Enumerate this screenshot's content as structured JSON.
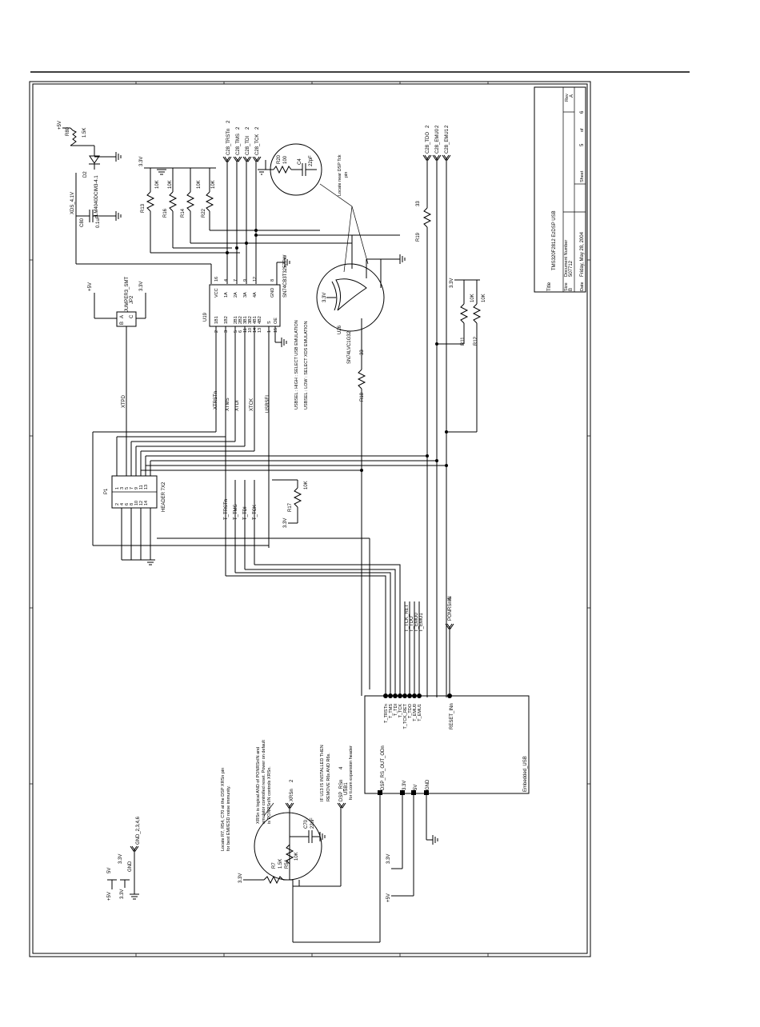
{
  "title_block": {
    "title_label": "Title",
    "title": "TMS320F2812 EzDSP USB",
    "size_label": "Size",
    "size": "B",
    "docnum_label": "Document Number",
    "docnum": "507712",
    "rev_label": "Rev",
    "rev": "A",
    "date_label": "Date",
    "date": "Friday, May 28, 2004",
    "sheet_label": "Sheet",
    "sheet": "5",
    "of_label": "of",
    "total": "6"
  },
  "power": {
    "p5v": "+5V",
    "r80": "R80",
    "r80_val": "1.5K",
    "d2": "D2",
    "d2_part": "LM4040DCIM3-4.1",
    "xds": "XDS_4.1V",
    "c80": "C80",
    "c80_val": "0.1uF",
    "v33": "3.3V"
  },
  "resistors": {
    "r13": "R13",
    "r13_val": "10K",
    "r16": "R16",
    "r16_val": "10K",
    "r14": "R14",
    "r14_val": "10K",
    "r22": "R22",
    "r22_val": "10K",
    "r20": "R20",
    "r20_val": "100",
    "c4": "C4",
    "c4_val": "22pF",
    "r19": "R19",
    "r19_val": "33",
    "r18": "R18",
    "r18_val": "33",
    "r11": "R11",
    "r11_val": "10K",
    "r12": "R12",
    "r12_val": "10K",
    "r17": "R17",
    "r17_val": "10K",
    "r7": "R7",
    "r7_val": "1.5K",
    "r54": "R54",
    "r54_val": "10K",
    "c70": "C70",
    "c70_val": "22nF"
  },
  "offpage": {
    "trstn": "C28_TRSTn",
    "tms": "C28_TMS",
    "tdi": "C28_TDI",
    "tck": "C28_TCK",
    "tdo": "C28_TDO",
    "emu0": "C28_EMU0",
    "emu1": "C28_EMU1",
    "sheetref": "2",
    "ponrs": "PONRSnIN",
    "ponrs_ref": "6",
    "xrsn": "XRSn",
    "xrsn_ref": "2",
    "dsp_rsn": "DSP_RSn",
    "dsp_rsn_ref": "4",
    "dsp_rsn_note": "for ti.com expansion header"
  },
  "u19": {
    "ref": "U19",
    "part": "SN74CB3T3257PW",
    "pins": [
      {
        "num": "16",
        "name": "VCC"
      },
      {
        "num": "4",
        "name": "1A"
      },
      {
        "num": "7",
        "name": "2A"
      },
      {
        "num": "9",
        "name": "3A"
      },
      {
        "num": "12",
        "name": "4A"
      },
      {
        "num": "8",
        "name": "GND"
      },
      {
        "num": "2",
        "name": "1B1"
      },
      {
        "num": "3",
        "name": "1B2"
      },
      {
        "num": "5",
        "name": "2B1"
      },
      {
        "num": "6",
        "name": "2B2"
      },
      {
        "num": "11",
        "name": "3B1"
      },
      {
        "num": "10",
        "name": "3B2"
      },
      {
        "num": "14",
        "name": "4B1"
      },
      {
        "num": "13",
        "name": "4B2"
      },
      {
        "num": "1",
        "name": "S"
      },
      {
        "num": "15",
        "name": "OE"
      }
    ]
  },
  "u26": {
    "ref": "U26",
    "part": "SN74LVC1G32"
  },
  "jp2": {
    "ref": "JP2",
    "part": "JUMPER3_SMT",
    "a": "A",
    "b": "B",
    "c": "C"
  },
  "p1": {
    "ref": "P1",
    "part": "HEADER 7X2"
  },
  "nets": {
    "xtpd": "XTPD",
    "xtrstn": "XTRSTn",
    "xtms": "XTMS",
    "xtdi": "XTDI",
    "xtck": "XTCK",
    "usbsel": "USBSEL",
    "t_trstn": "T_TRSTn",
    "t_tms": "T_TMS",
    "t_tdi": "T_TDI",
    "t_tck": "T_TCK",
    "t_tck_ret": "T_TCK_RET",
    "t_tdo": "T_TDO",
    "t_emu0": "T_EMU0",
    "t_emu1": "T_EMU1",
    "gnd": "GND",
    "v5": "5V",
    "v33": "3.3V",
    "gnd_list": "GND_2,3,4,6"
  },
  "usb": {
    "ref": "USB1",
    "name": "Embedded_USB",
    "pins": [
      "T_TRSTn",
      "T_TMS",
      "T_TDI",
      "T_TCK",
      "T_TCK_RET",
      "T_TDO",
      "T_EMU0",
      "T_EMU1",
      "RESET_INn",
      "DSP_RS_OUT_ODn",
      "3.3V",
      "5V",
      "GND"
    ]
  },
  "notes": {
    "usbsel_hi": "USBSEL : HIGH : SELECT USB EMULATION",
    "usbsel_lo": "USBSEL : LOW : SELECT XDS EMULATION",
    "locate_tck": "Locate near DSP Tck",
    "locate_tck_2": "pin",
    "if_u13": "IF U13 IS INSTALLED THEN",
    "remove": "REMOVE R6s AND R6s.",
    "xrsn_note_1": "XRSn is logical AND of PONRSnIN and",
    "xrsn_note_2": "emulator controlled reset.  Power on default",
    "xrsn_note_3": "is PONRSnIN controls XRSn.",
    "locate_r7_1": "Locate R7, R54, C70 at the DSP XRSn pin",
    "locate_r7_2": "for best EMI/ESD noise immunity."
  }
}
